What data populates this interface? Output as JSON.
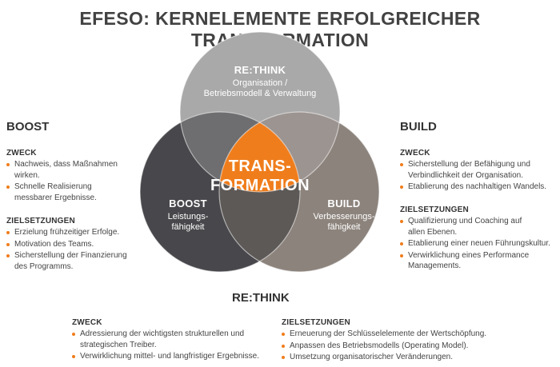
{
  "title": "EFESO: KERNELEMENTE ERFOLGREICHER TRANSFORMATION",
  "colors": {
    "orange": "#f07d1c",
    "rethink_circle": "#a9a9a9",
    "boost_circle": "#48484c",
    "build_circle": "#8c837c",
    "bullet": "#f07d1c"
  },
  "diagram": {
    "top_circle": {
      "heading": "RE:THINK",
      "sub_line1": "Organisation /",
      "sub_line2": "Betriebsmodell & Verwaltung"
    },
    "left_circle": {
      "heading": "BOOST",
      "sub_line1": "Leistungs-",
      "sub_line2": "fähigkeit"
    },
    "right_circle": {
      "heading": "BUILD",
      "sub_line1": "Verbesserungs-",
      "sub_line2": "fähigkeit"
    },
    "center": {
      "line1": "TRANS-",
      "line2": "FORMATION"
    }
  },
  "boost": {
    "heading": "BOOST",
    "zweck_heading": "ZWECK",
    "zweck_items": [
      {
        "l1": "Nachweis, dass Maßnahmen",
        "l2": "wirken."
      },
      {
        "l1": "Schnelle Realisierung",
        "l2": "messbarer Ergebnisse."
      }
    ],
    "ziel_heading": "ZIELSETZUNGEN",
    "ziel_items": [
      {
        "l1": "Erzielung frühzeitiger Erfolge.",
        "l2": ""
      },
      {
        "l1": "Motivation des Teams.",
        "l2": ""
      },
      {
        "l1": "Sicherstellung der Finanzierung",
        "l2": "des Programms."
      }
    ]
  },
  "build": {
    "heading": "BUILD",
    "zweck_heading": "ZWECK",
    "zweck_items": [
      {
        "l1": "Sicherstellung der Befähigung und",
        "l2": "Verbindlichkeit der Organisation."
      },
      {
        "l1": "Etablierung des nachhaltigen Wandels.",
        "l2": ""
      }
    ],
    "ziel_heading": "ZIELSETZUNGEN",
    "ziel_items": [
      {
        "l1": "Qualifizierung und Coaching auf",
        "l2": "allen Ebenen."
      },
      {
        "l1": "Etablierung einer neuen Führungskultur.",
        "l2": ""
      },
      {
        "l1": "Verwirklichung eines Performance",
        "l2": "Managements."
      }
    ]
  },
  "rethink": {
    "heading": "RE:THINK",
    "zweck_heading": "ZWECK",
    "zweck_items": [
      {
        "l1": "Adressierung der wichtigsten strukturellen und",
        "l2": "strategischen Treiber."
      },
      {
        "l1": "Verwirklichung mittel- und langfristiger Ergebnisse.",
        "l2": ""
      }
    ],
    "ziel_heading": "ZIELSETZUNGEN",
    "ziel_items": [
      {
        "l1": "Erneuerung der Schlüsselelemente der Wertschöpfung.",
        "l2": ""
      },
      {
        "l1": "Anpassen des Betriebsmodells (Operating Model).",
        "l2": ""
      },
      {
        "l1": "Umsetzung organisatorischer Veränderungen.",
        "l2": ""
      }
    ]
  }
}
